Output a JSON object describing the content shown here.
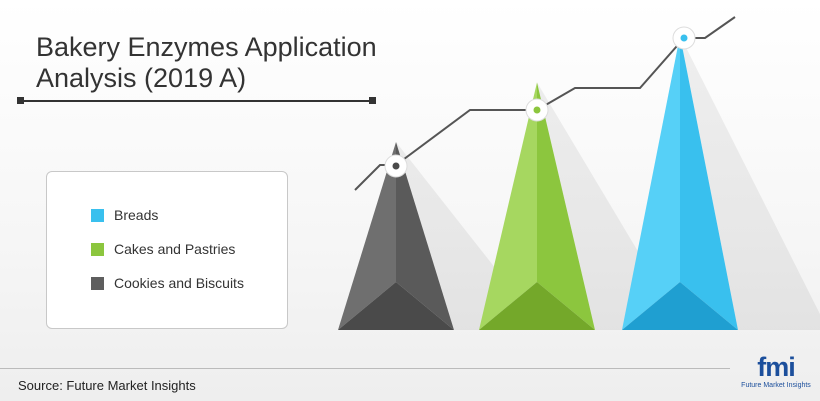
{
  "title_line1": "Bakery Enzymes Application",
  "title_line2": "Analysis (2019 A)",
  "source": "Source: Future Market Insights",
  "logo": {
    "mark": "fmi",
    "sub": "Future Market Insights"
  },
  "legend": [
    {
      "label": "Breads",
      "color": "#39c0ee"
    },
    {
      "label": "Cakes and Pastries",
      "color": "#8cc63e"
    },
    {
      "label": "Cookies and Biscuits",
      "color": "#5e5e5e"
    }
  ],
  "chart_data": {
    "type": "bar",
    "categories": [
      "Cookies and Biscuits",
      "Cakes and Pastries",
      "Breads"
    ],
    "values": [
      1.0,
      1.42,
      1.75
    ],
    "colors": {
      "Cookies and Biscuits": [
        "#6f6f6f",
        "#4a4a4a",
        "#5a5a5a"
      ],
      "Cakes and Pastries": [
        "#a6d760",
        "#74a82a",
        "#8cc63e"
      ],
      "Breads": [
        "#56d0f7",
        "#1f9fd1",
        "#39c0ee"
      ]
    },
    "dot_colors": [
      "#4a4a4a",
      "#8cc63e",
      "#39c0ee"
    ],
    "title": "Bakery Enzymes Application Analysis (2019 A)",
    "xlabel": "",
    "ylabel": "",
    "grid": false,
    "legend_position": "left"
  }
}
